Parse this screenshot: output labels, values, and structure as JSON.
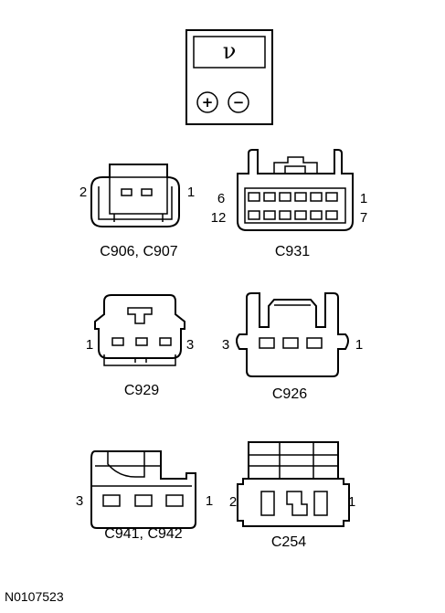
{
  "meter": {
    "symbol": "ν",
    "plus": "+",
    "minus": "−"
  },
  "connectors": {
    "c906": {
      "label": "C906, C907",
      "pin_left": "2",
      "pin_right": "1"
    },
    "c931": {
      "label": "C931",
      "pin_tl": "6",
      "pin_bl": "12",
      "pin_tr": "1",
      "pin_br": "7"
    },
    "c929": {
      "label": "C929",
      "pin_left": "1",
      "pin_right": "3"
    },
    "c926": {
      "label": "C926",
      "pin_left": "3",
      "pin_right": "1"
    },
    "c941": {
      "label": "C941, C942",
      "pin_left": "3",
      "pin_right": "1"
    },
    "c254": {
      "label": "C254",
      "pin_left": "2",
      "pin_right": "1"
    }
  },
  "figure_id": "N0107523"
}
